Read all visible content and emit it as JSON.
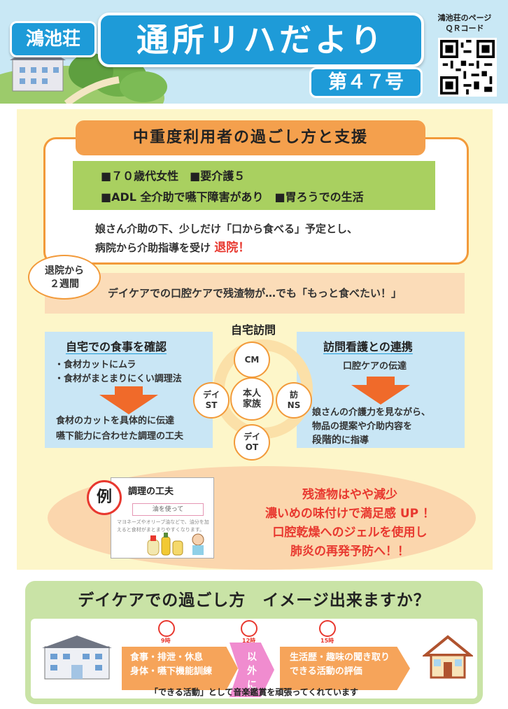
{
  "header": {
    "brand": "鴻池荘",
    "title": "通所リハだより",
    "issue": "第４７号",
    "qr_label_1": "鴻池荘のページ",
    "qr_label_2": "ＱＲコード"
  },
  "section1": {
    "title": "中重度利用者の過ごし方と支援",
    "profile_line1": "■７０歳代女性　■要介護５",
    "profile_line2": "■ADL 全介助で嚥下障害があり　■胃ろうでの生活",
    "text_line1": "娘さん介助の下、少しだけ「口から食べる」予定とし、",
    "text_line2": "病院から介助指導を受け",
    "highlight": "退院！"
  },
  "bubble": {
    "line1": "退院から",
    "line2": "２週間"
  },
  "band_text": "デイケアでの口腔ケアで残渣物が…でも「もっと食べたい！」",
  "home_visit": {
    "title": "自宅訪問",
    "center_1": "本人",
    "center_2": "家族",
    "top": "CM",
    "left_1": "デイ",
    "left_2": "ST",
    "right_1": "訪",
    "right_2": "NS",
    "bottom_1": "デイ",
    "bottom_2": "OT"
  },
  "left_panel": {
    "title": "自宅での食事を確認",
    "item1": "・食材カットにムラ",
    "item2": "・食材がまとまりにくい調理法",
    "result1": "食材のカットを具体的に伝達",
    "result2": "嚥下能力に合わせた調理の工夫"
  },
  "right_panel": {
    "title": "訪問看護との連携",
    "item1": "口腔ケアの伝達",
    "result1": "娘さんの介護力を見ながら、",
    "result2": "物品の提案や介助内容を",
    "result3_bold": "段階的",
    "result3_rest": "に指導"
  },
  "example": {
    "label": "例",
    "card_title": "調理の工夫",
    "card_sub": "油を使って",
    "card_text": "マヨネーズやオリーブ油などで、油分を加えると食材がまとまりやすくなります。",
    "result1": "残渣物はやや減少",
    "result2": "濃いめの味付けで満足感 UP ！",
    "result3": "口腔乾燥へのジェルを使用し",
    "result4": "肺炎の再発予防へ！！"
  },
  "bottom": {
    "title": "デイケアでの過ごし方　イメージ出来ますか？",
    "time1": "9時",
    "step1_line1": "食事・排泄・休息",
    "step1_line2": "身体・嚥下機能訓練",
    "time2": "12時",
    "step2_line1": "以",
    "step2_line2": "外",
    "step2_line3": "に",
    "time3": "15時",
    "step3_line1": "生活歴・趣味の聞き取り",
    "step3_line2": "できる活動の評価",
    "note": "「できる活動」として音楽鑑賞を頑張ってくれています"
  },
  "colors": {
    "accent_blue": "#1e9bd8",
    "orange": "#f29a3a",
    "green": "#a9d060",
    "red": "#e8382f"
  }
}
